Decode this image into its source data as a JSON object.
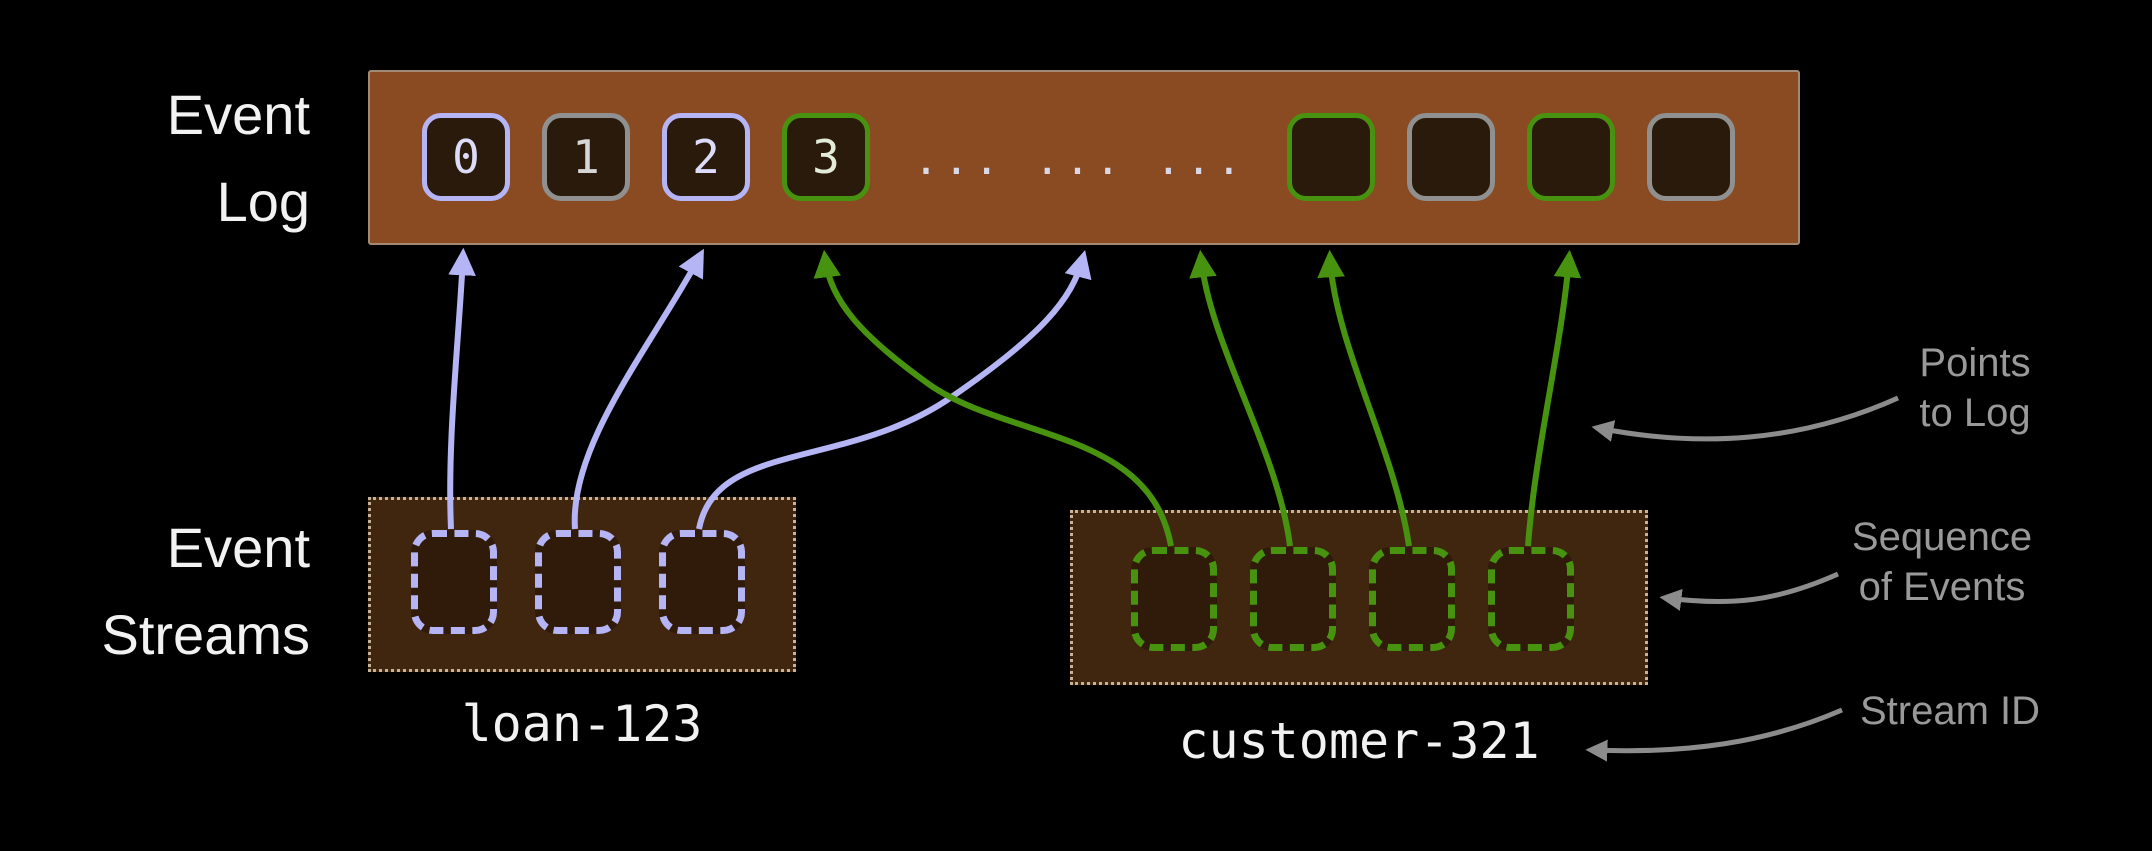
{
  "title": "Event log and event streams diagram",
  "colors": {
    "background": "#000000",
    "log_bar": "#8a4a22",
    "cell_background": "#291a0c",
    "lavender": "#b5b4f4",
    "green": "#479310",
    "gray": "#909090",
    "stream_box": "#40250f",
    "annotation_gray": "#999999",
    "text": "#f2f2f2"
  },
  "event_log": {
    "label_lines": [
      "Event",
      "Log"
    ],
    "ellipsis": "... ... ...",
    "cells": [
      {
        "value": "0",
        "border": "lavender"
      },
      {
        "value": "1",
        "border": "gray"
      },
      {
        "value": "2",
        "border": "lavender"
      },
      {
        "value": "3",
        "border": "green"
      },
      {
        "value": "",
        "border": "green"
      },
      {
        "value": "",
        "border": "gray"
      },
      {
        "value": "",
        "border": "green"
      },
      {
        "value": "",
        "border": "gray"
      }
    ]
  },
  "event_streams": {
    "label_lines": [
      "Event",
      "Streams"
    ],
    "streams": [
      {
        "id": "loan-123",
        "color": "lavender",
        "events": 3
      },
      {
        "id": "customer-321",
        "color": "green",
        "events": 4
      }
    ]
  },
  "annotations": {
    "points_to_log": [
      "Points",
      "to Log"
    ],
    "sequence_of_events": [
      "Sequence",
      "of Events"
    ],
    "stream_id": [
      "Stream ID"
    ]
  }
}
